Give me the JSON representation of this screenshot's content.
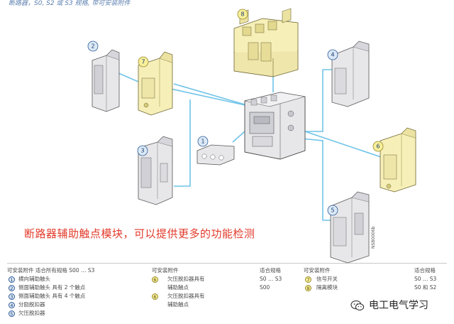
{
  "header": {
    "text": "断路器，S0, S2 或 S3 规格, 带可安装附件"
  },
  "callouts": [
    "2",
    "7",
    "8",
    "4",
    "1",
    "3",
    "6",
    "5"
  ],
  "caption": "断路器辅助触点模块，可以提供更多的功能检测",
  "side_code": "NSB0006b",
  "legend": {
    "col1": {
      "heading": "可安装附件  适合所有规格 S00 … S3",
      "items": [
        {
          "num": "1",
          "text": "横向辅助触头"
        },
        {
          "num": "2",
          "text": "侧面辅助触头 具有 2 个触点"
        },
        {
          "num": "3",
          "text": "侧面辅助触头 具有 4 个触点"
        },
        {
          "num": "4",
          "text": "分励脱扣器"
        },
        {
          "num": "5",
          "text": "欠压脱扣器"
        }
      ]
    },
    "col2": {
      "heading": "可安装附件",
      "items": [
        {
          "num": "6",
          "text": "欠压脱扣器具有",
          "text2": "辅助触点"
        },
        {
          "num": "6",
          "text": "欠压脱扣器具有",
          "text2": "辅助触点"
        }
      ]
    },
    "col3": {
      "heading": "适合规格",
      "rows": [
        "S0 … S3",
        "S00"
      ]
    },
    "col4": {
      "heading": "可安装附件",
      "items": [
        {
          "num": "7",
          "text": "信号开关"
        },
        {
          "num": "8",
          "text": "隔离模块"
        }
      ]
    },
    "col5": {
      "heading": "适合规格",
      "rows": [
        "S0 … S3",
        "S0 和 S2"
      ]
    }
  },
  "watermark": {
    "text": "电工电气学习",
    "icon": "wechat-icon"
  },
  "colors": {
    "connector": "#6fc3e8",
    "device_gray": "#e7e7ea",
    "device_yellow": "#f6efb8",
    "caption": "#e23a2a"
  }
}
